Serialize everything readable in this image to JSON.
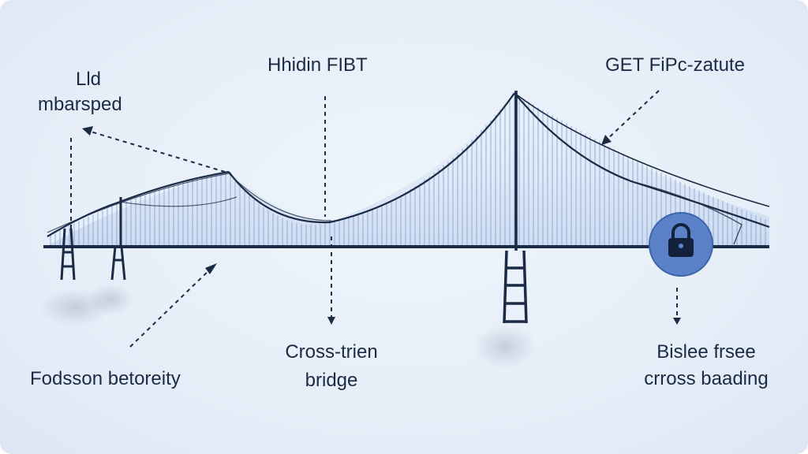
{
  "labels": {
    "top_left_line1": "Lld",
    "top_left_line2": "mbarsped",
    "top_center": "Hhidin FIBT",
    "top_right": "GET FiPc-zatute",
    "bottom_left": "Fodsson betoreity",
    "bottom_center_line1": "Cross-trien",
    "bottom_center_line2": "bridge",
    "bottom_right_line1": "Bislee frsee",
    "bottom_right_line2": "crross baading"
  },
  "icons": {
    "lock": "lock-icon"
  },
  "colors": {
    "background": "#e6eef8",
    "ink": "#1b2a45",
    "hangers": "#7f9dd0",
    "lock_badge": "#5b82c9"
  }
}
